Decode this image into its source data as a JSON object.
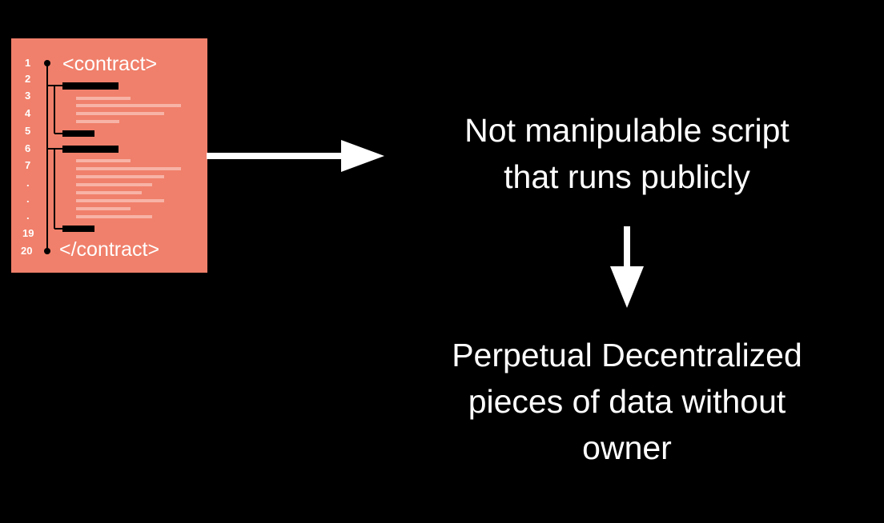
{
  "colors": {
    "background": "#000000",
    "card": "#f0806b",
    "card_lines": "#f7b3a6",
    "tag_bars": "#000000",
    "text": "#ffffff"
  },
  "contract": {
    "open_tag": "<contract>",
    "close_tag": "</contract>",
    "line_numbers": [
      "1",
      "2",
      "3",
      "4",
      "5",
      "6",
      "7",
      ".",
      ".",
      ".",
      "19",
      "20"
    ]
  },
  "statement": {
    "lines": [
      "Not manipulable script",
      "that runs publicly"
    ]
  },
  "result": {
    "lines": [
      "Perpetual Decentralized",
      "pieces of data without",
      "owner"
    ]
  },
  "icons": {
    "code_document": "code-document-icon",
    "arrow_right": "arrow-right-icon",
    "arrow_down": "arrow-down-icon"
  }
}
